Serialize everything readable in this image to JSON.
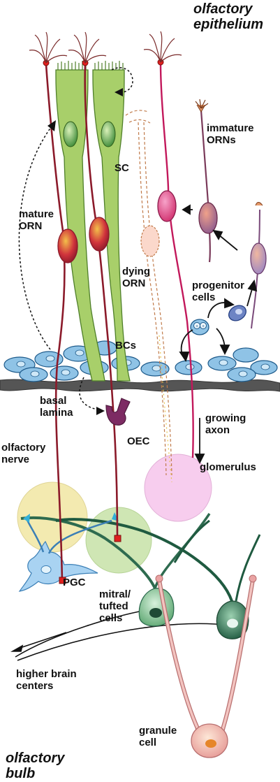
{
  "titles": {
    "top": "olfactory\nepithelium",
    "bottom": "olfactory\nbulb"
  },
  "labels": {
    "sc": "SC",
    "immature_orns": "immature\nORNs",
    "mature_orn": "mature\nORN",
    "dying_orn": "dying\nORN",
    "progenitor_cells": "progenitor\ncells",
    "bcs": "BCs",
    "basal_lamina": "basal\nlamina",
    "growing_axon": "growing\naxon",
    "oec": "OEC",
    "olfactory_nerve": "olfactory\nnerve",
    "glomerulus": "glomerulus",
    "pgc": "PGC",
    "mitral_tufted": "mitral/\ntufted\ncells",
    "higher_brain": "higher brain\ncenters",
    "granule_cell": "granule\ncell"
  },
  "colors": {
    "orn_axon": "#8b1a2a",
    "sc_fill": "#a8cf6a",
    "bc_fill": "#8fc3e6",
    "basal_lamina": "#555555",
    "oec": "#7d2b63",
    "glomerulus_1": "#f3eab0",
    "glomerulus_2": "#cfe6b4",
    "glomerulus_3": "#f7cdee",
    "mitral": "#2e6b4f",
    "granule": "#e9a3a3",
    "pgc": "#a9d3f2"
  }
}
